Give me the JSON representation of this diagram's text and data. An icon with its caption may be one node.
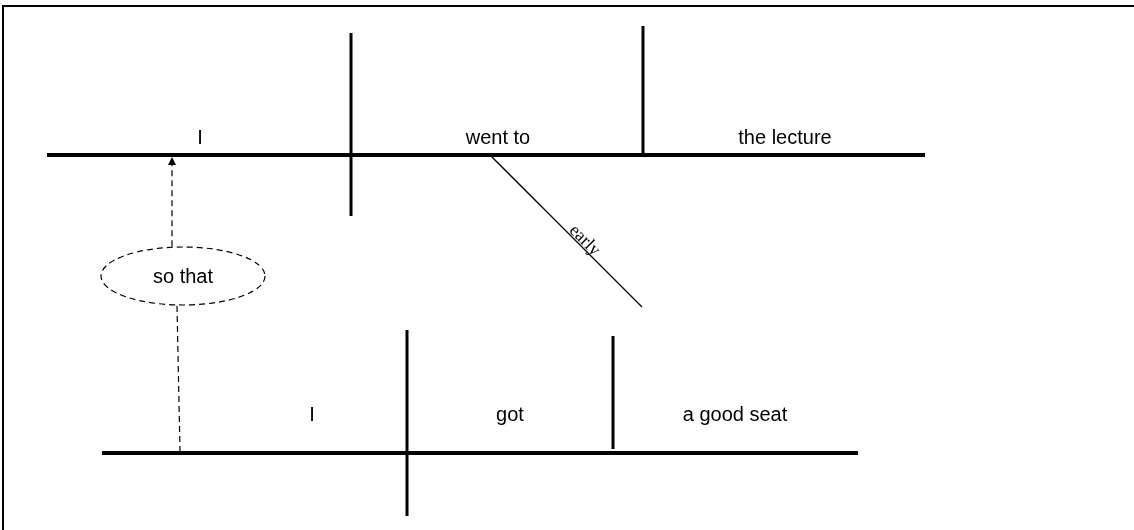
{
  "diagram": {
    "nodes": [
      {
        "text": [],
        "shape": "bar"
      },
      {
        "text": [
          "so that"
        ]
      },
      {
        "text": [],
        "shape": "bar"
      }
    ],
    "edges": [
      {
        "from": 1,
        "to": 0,
        "arrow": "to",
        "style": "dashed"
      },
      {
        "from": 1,
        "to": 2,
        "arrow": "none",
        "style": "dashed"
      }
    ],
    "labels": [
      "I",
      "went to",
      "the lecture",
      "early",
      "I",
      "got",
      "a good seat"
    ]
  }
}
